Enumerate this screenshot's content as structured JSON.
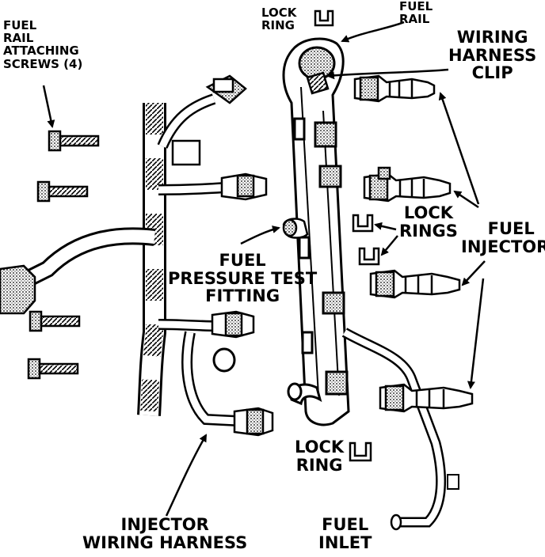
{
  "labels": {
    "screws": {
      "lines": [
        "FUEL",
        "RAIL",
        "ATTACHING",
        "SCREWS (4)"
      ]
    },
    "lock_ring_top": {
      "lines": [
        "LOCK",
        "RING"
      ]
    },
    "fuel_rail": {
      "lines": [
        "FUEL",
        "RAIL"
      ]
    },
    "wiring_harness_clip": {
      "lines": [
        "WIRING",
        "HARNESS",
        "CLIP"
      ]
    },
    "lock_rings": {
      "lines": [
        "LOCK",
        "RINGS"
      ]
    },
    "fuel_injectors": {
      "lines": [
        "FUEL",
        "INJECTORS"
      ]
    },
    "pressure_test_fitting": {
      "lines": [
        "FUEL",
        "PRESSURE TEST",
        "FITTING"
      ]
    },
    "lock_ring_bottom": {
      "lines": [
        "LOCK",
        "RING"
      ]
    },
    "injector_wiring_harness": {
      "lines": [
        "INJECTOR",
        "WIRING HARNESS"
      ]
    },
    "fuel_inlet": {
      "lines": [
        "FUEL",
        "INLET"
      ]
    }
  },
  "colors": {
    "ink": "#000000",
    "paper": "#ffffff",
    "shade": "#9a9a9a"
  }
}
